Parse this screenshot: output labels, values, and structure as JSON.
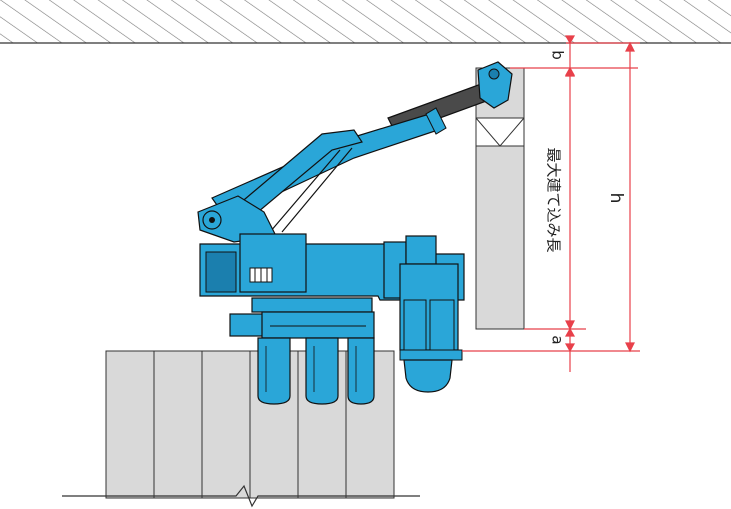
{
  "labels": {
    "b": "b",
    "a": "a",
    "h": "h",
    "max_length": "最大建て込み長"
  },
  "colors": {
    "machine": "#2aa6d8",
    "machine_dark": "#1b7fae",
    "outline": "#111111",
    "telescope": "#4a4a4a",
    "concrete": "#d9d9d9",
    "dimension": "#e8404a",
    "ceiling_hatch": "#7a7a7a"
  }
}
